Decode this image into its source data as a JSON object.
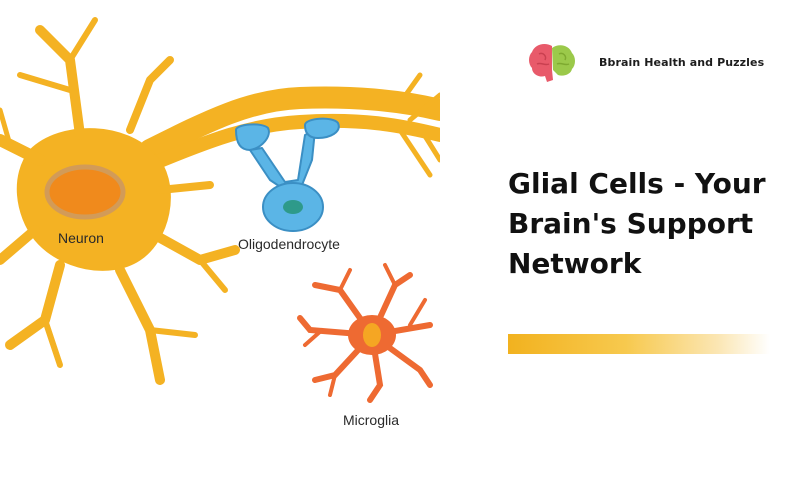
{
  "brand": {
    "name": "Bbrain Health and Puzzles",
    "logo_icon": "brain-icon",
    "logo_colors": [
      "#e85a6a",
      "#9bc94a"
    ]
  },
  "headline": {
    "line1": "Glial Cells - Your",
    "line2": "Brain's Support",
    "line3": "Network"
  },
  "illustration": {
    "labels": {
      "neuron": "Neuron",
      "oligodendrocyte": "Oligodendrocyte",
      "microglia": "Microglia"
    },
    "colors": {
      "neuron": "#f4b223",
      "neuron_nucleus": "#f08a1c",
      "oligodendrocyte": "#5bb5e6",
      "oligodendrocyte_nucleus": "#2e9a8a",
      "microglia": "#ee6a32",
      "microglia_nucleus": "#f5a623"
    }
  },
  "accent": {
    "color": "#f2b21f"
  }
}
